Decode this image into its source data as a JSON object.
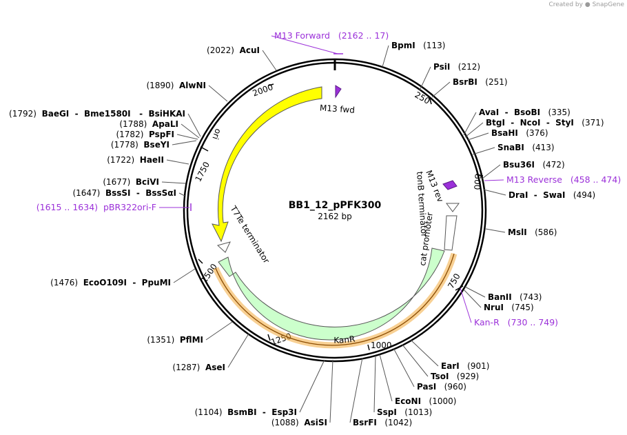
{
  "credit": {
    "prefix": "Created by",
    "brand": "SnapGene"
  },
  "plasmid": {
    "name": "BB1_12_pPFK300",
    "length_label": "2162 bp"
  },
  "colors": {
    "primer": "#9b30d9",
    "ori": "#ffff00",
    "kanr": "#ccffcc",
    "highlight": "#f2a93b"
  },
  "ticks": [
    "250",
    "500",
    "750",
    "1000",
    "1250",
    "1500",
    "1750",
    "2000"
  ],
  "features": [
    {
      "name": "ori"
    },
    {
      "name": "KanR"
    },
    {
      "name": "cat promoter"
    },
    {
      "name": "T7Te terminator"
    },
    {
      "name": "tonB terminator"
    }
  ],
  "primer_sites": [
    {
      "name": "M13 fwd"
    },
    {
      "name": "M13 rev"
    }
  ],
  "labels": [
    {
      "id": "acui",
      "pos": "(2022)",
      "name": "AcuI"
    },
    {
      "id": "alwni",
      "pos": "(1890)",
      "name": "AlwNI"
    },
    {
      "id": "bae",
      "pos": "(1792)",
      "name": "BaeGI",
      "rest": "  -  Bme1580I   -  BsiHKAI"
    },
    {
      "id": "apali",
      "pos": "(1788)",
      "name": "ApaLI"
    },
    {
      "id": "pspfi",
      "pos": "(1782)",
      "name": "PspFI"
    },
    {
      "id": "bseyi",
      "pos": "(1778)",
      "name": "BseYI"
    },
    {
      "id": "haeii",
      "pos": "(1722)",
      "name": "HaeII"
    },
    {
      "id": "bcivi",
      "pos": "(1677)",
      "name": "BciVI"
    },
    {
      "id": "bsssi",
      "pos": "(1647)",
      "name": "BssSI",
      "rest": "  -  BssSαI"
    },
    {
      "id": "pbr",
      "pos": "(1615 .. 1634)",
      "name": "pBR322ori-F",
      "primer": true
    },
    {
      "id": "eco",
      "pos": "(1476)",
      "name": "EcoO109I",
      "rest": "  -  PpuMI"
    },
    {
      "id": "pflmi",
      "pos": "(1351)",
      "name": "PflMI"
    },
    {
      "id": "asei",
      "pos": "(1287)",
      "name": "AseI"
    },
    {
      "id": "bsmbi",
      "pos": "(1104)",
      "name": "BsmBI",
      "rest": "  -  Esp3I"
    },
    {
      "id": "asisi",
      "pos": "(1088)",
      "name": "AsiSI"
    },
    {
      "id": "m13f",
      "name": "M13 Forward",
      "pos": "(2162 .. 17)",
      "primer": true
    },
    {
      "id": "bpmi",
      "name": "BpmI",
      "pos": "(113)"
    },
    {
      "id": "psii",
      "name": "PsiI",
      "pos": "(212)"
    },
    {
      "id": "bsrbi",
      "name": "BsrBI",
      "pos": "(251)"
    },
    {
      "id": "avai",
      "name": "AvaI",
      "rest": "  -  BsoBI",
      "pos": "(335)"
    },
    {
      "id": "btgi",
      "name": "BtgI",
      "rest": "  -  NcoI  -  StyI",
      "pos": "(371)"
    },
    {
      "id": "bsahi",
      "name": "BsaHI",
      "pos": "(376)"
    },
    {
      "id": "snabi",
      "name": "SnaBI",
      "pos": "(413)"
    },
    {
      "id": "bsu36i",
      "name": "Bsu36I",
      "pos": "(472)"
    },
    {
      "id": "m13r",
      "name": "M13 Reverse",
      "pos": "(458 .. 474)",
      "primer": true
    },
    {
      "id": "drai",
      "name": "DraI",
      "rest": "  -  SwaI",
      "pos": "(494)"
    },
    {
      "id": "msli",
      "name": "MslI",
      "pos": "(586)"
    },
    {
      "id": "banii",
      "name": "BanII",
      "pos": "(743)"
    },
    {
      "id": "nrui",
      "name": "NruI",
      "pos": "(745)"
    },
    {
      "id": "kanr",
      "name": "Kan-R",
      "pos": "(730 .. 749)",
      "primer": true
    },
    {
      "id": "eari",
      "name": "EarI",
      "pos": "(901)"
    },
    {
      "id": "tsoi",
      "name": "TsoI",
      "pos": "(929)"
    },
    {
      "id": "pasi",
      "name": "PasI",
      "pos": "(960)"
    },
    {
      "id": "econi",
      "name": "EcoNI",
      "pos": "(1000)"
    },
    {
      "id": "sspi",
      "name": "SspI",
      "pos": "(1013)"
    },
    {
      "id": "bsrfi",
      "name": "BsrFI",
      "pos": "(1042)"
    }
  ]
}
